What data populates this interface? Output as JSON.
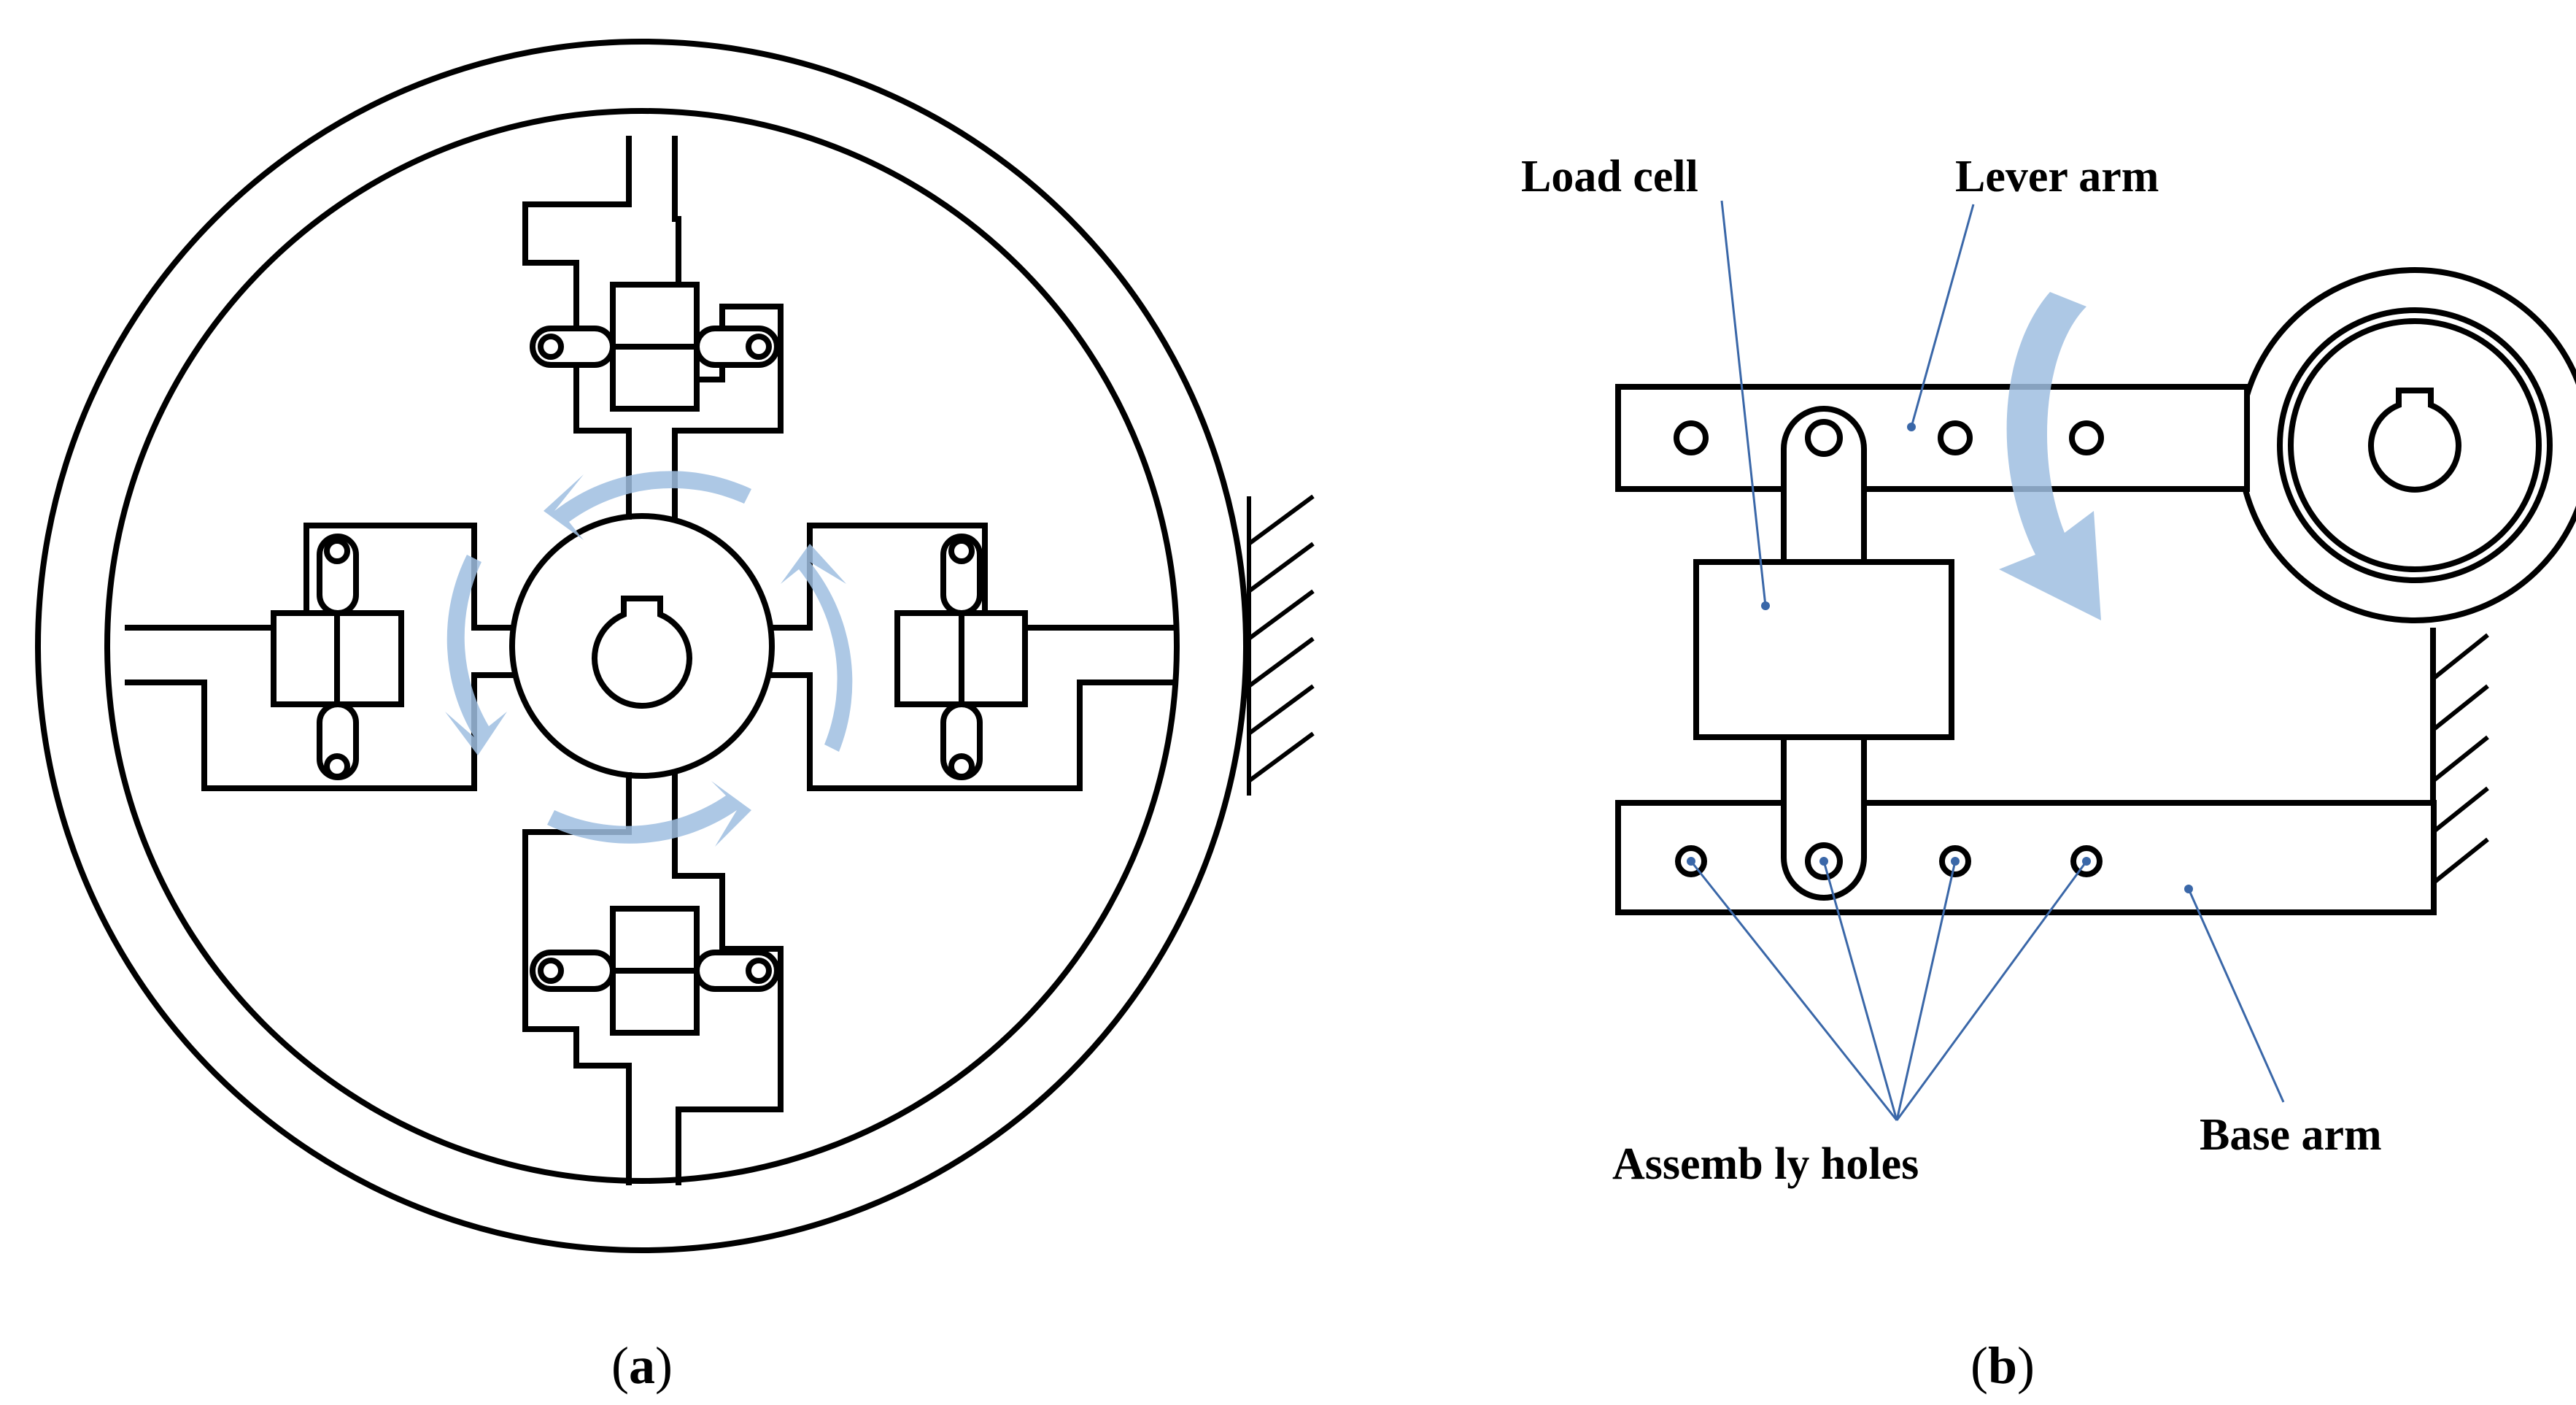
{
  "panels": [
    {
      "id": "a",
      "caption_open": "(",
      "caption_letter": "a",
      "caption_close": ")"
    },
    {
      "id": "b",
      "caption_open": "(",
      "caption_letter": "b",
      "caption_close": ")"
    }
  ],
  "labels": {
    "load_cell": "Load cell",
    "lever_arm": "Lever arm",
    "assembly_holes": "Assemb ly holes",
    "base_arm": "Base arm"
  },
  "colors": {
    "line": "#000000",
    "leader": "#3a67a8",
    "rotation_arrow": "#9fbee0"
  }
}
